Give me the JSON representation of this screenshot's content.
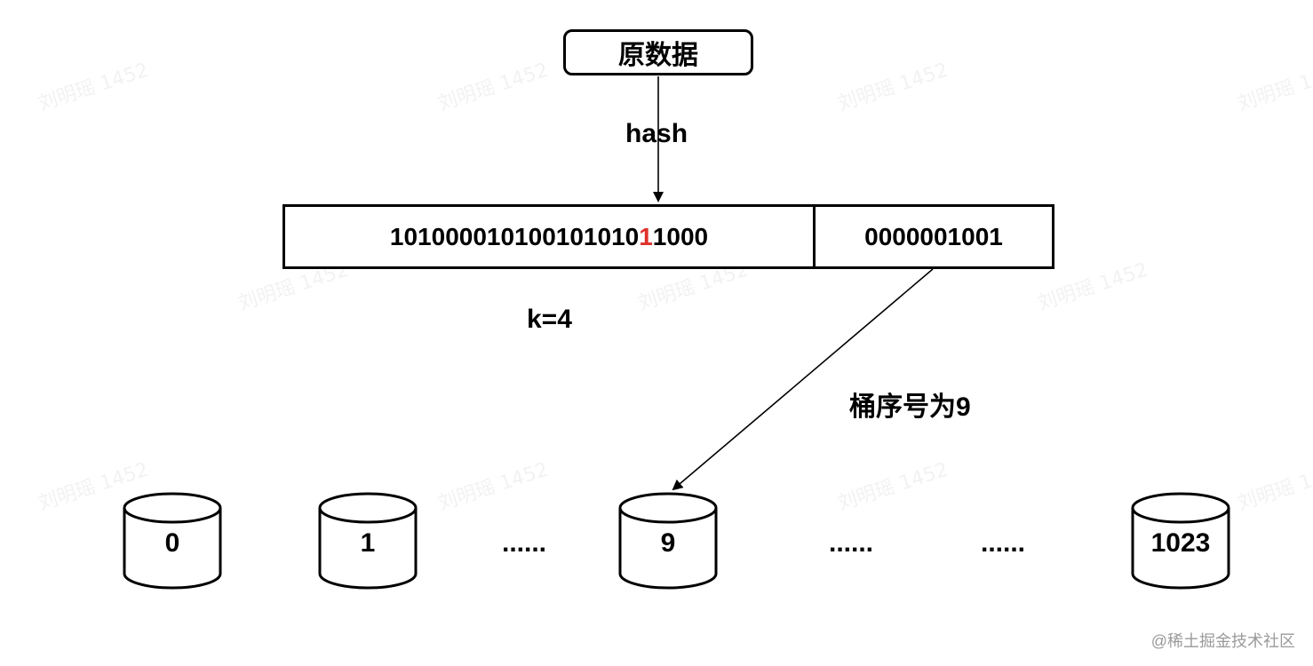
{
  "watermark_text": "刘明瑶 1452",
  "source_node": {
    "label": "原数据"
  },
  "edge_hash": {
    "label": "hash"
  },
  "hash_value": {
    "high_bits_prefix": "101000010100101010",
    "high_bits_marked": "1",
    "high_bits_suffix": "1000",
    "low_bits": "0000001001"
  },
  "k_label": "k=4",
  "bucket_edge": {
    "label": "桶序号为9"
  },
  "buckets": [
    {
      "label": "0"
    },
    {
      "label": "1"
    },
    {
      "label": "9"
    },
    {
      "label": "1023"
    }
  ],
  "ellipses": [
    "......",
    "......",
    "......"
  ],
  "credit": "@稀土掘金技术社区",
  "colors": {
    "line": "#000000",
    "highlight": "#e0302a",
    "watermark": "#f2f2f2",
    "credit": "#9a9a9a"
  }
}
